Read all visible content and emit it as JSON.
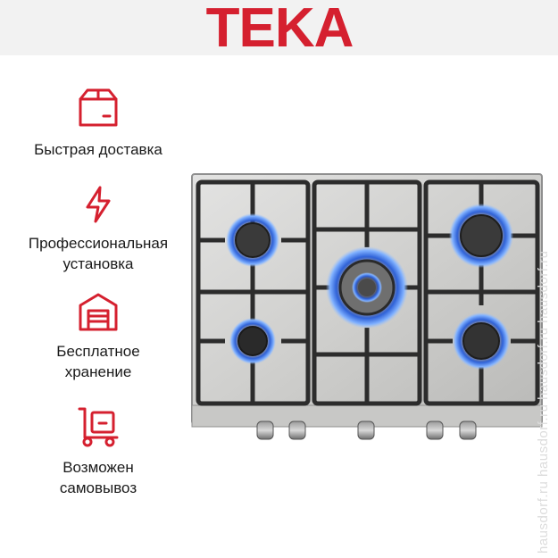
{
  "brand": {
    "name": "TEKA",
    "color": "#d5202f",
    "header_bg": "#f2f2f2"
  },
  "features": [
    {
      "icon": "box-icon",
      "label_lines": [
        "Быстрая доставка"
      ]
    },
    {
      "icon": "lightning-icon",
      "label_lines": [
        "Профессиональная",
        "установка"
      ]
    },
    {
      "icon": "warehouse-icon",
      "label_lines": [
        "Бесплатное",
        "хранение"
      ]
    },
    {
      "icon": "hand-truck-icon",
      "label_lines": [
        "Возможен",
        "самовывоз"
      ]
    }
  ],
  "product": {
    "image": "gas-hob-five-burners",
    "burners": 5,
    "knobs": 5
  },
  "watermark": {
    "text": "hausdorf.ru hausdorf.ru hausdorf.ru hausdorf.ru"
  }
}
